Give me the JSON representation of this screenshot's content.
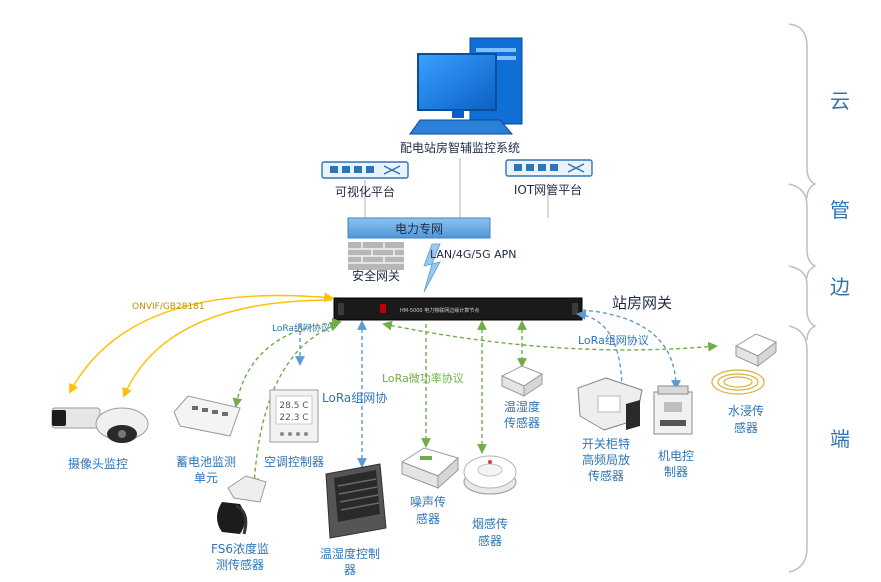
{
  "system": {
    "monitor_label": "配电站房智辅监控系统",
    "visual_platform": "可视化平台",
    "iot_platform": "IOT网管平台",
    "power_network": "电力专网",
    "security_gateway": "安全网关",
    "link_label": "LAN/4G/5G APN",
    "station_gateway": "站房网关",
    "gateway_device_text": "HM-5000 电力物联网边缘计算节点"
  },
  "layers": {
    "cloud": "云",
    "pipe": "管",
    "edge": "边",
    "end": "端"
  },
  "protocols": {
    "onvif": "ONVIF/GB28181",
    "lora_net_left": "LoRa组网协议",
    "lora_net_mid": "LoRa组网协",
    "lora_micro": "LoRa微功率协议",
    "lora_net_right": "LoRa组网协议"
  },
  "devices": {
    "camera": "摄像头监控",
    "battery_1": "蓄电池监测",
    "battery_2": "单元",
    "ac_ctrl": "空调控制器",
    "ac_temp_1": "28.5 C",
    "ac_temp_2": "22.3 C",
    "sf6_1": "FS6浓度监",
    "sf6_2": "测传感器",
    "th_ctrl_1": "温湿度控制",
    "th_ctrl_2": "器",
    "noise_1": "噪声传",
    "noise_2": "感器",
    "smoke_1": "烟感传",
    "smoke_2": "感器",
    "th_sensor_1": "温湿度",
    "th_sensor_2": "传感器",
    "pd_1": "开关柜特",
    "pd_2": "高频局放",
    "pd_3": "传感器",
    "motor_1": "机电控",
    "motor_2": "制器",
    "water_1": "水浸传",
    "water_2": "感器"
  },
  "colors": {
    "blue_line": "#5b9bd5",
    "green_line": "#70ad47",
    "orange_line": "#ffc000",
    "label_blue": "#2e75b6",
    "dark_text": "#1f2a44"
  }
}
